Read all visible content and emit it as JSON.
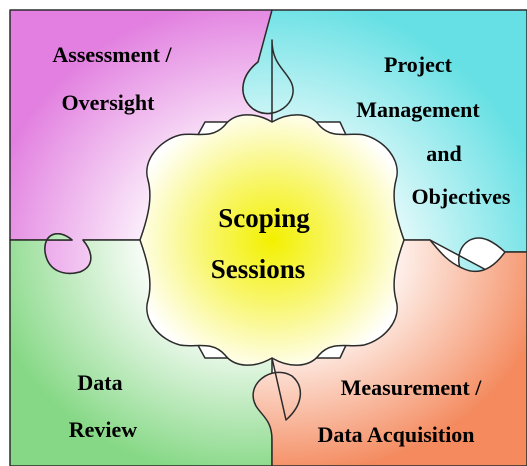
{
  "pieces": {
    "top_left": {
      "lines": [
        "Assessment /",
        "Oversight"
      ],
      "color": "#e58ce0"
    },
    "top_right": {
      "lines": [
        "Project",
        "Management",
        "and",
        "Objectives"
      ],
      "color": "#6fe3e6"
    },
    "bottom_left": {
      "lines": [
        "Data",
        "Review"
      ],
      "color": "#8fd98f"
    },
    "bottom_right": {
      "lines": [
        "Measurement /",
        "Data Acquisition"
      ],
      "color": "#f5946a"
    },
    "center": {
      "lines": [
        "Scoping",
        "Sessions"
      ],
      "color": "#f4f10a"
    }
  }
}
